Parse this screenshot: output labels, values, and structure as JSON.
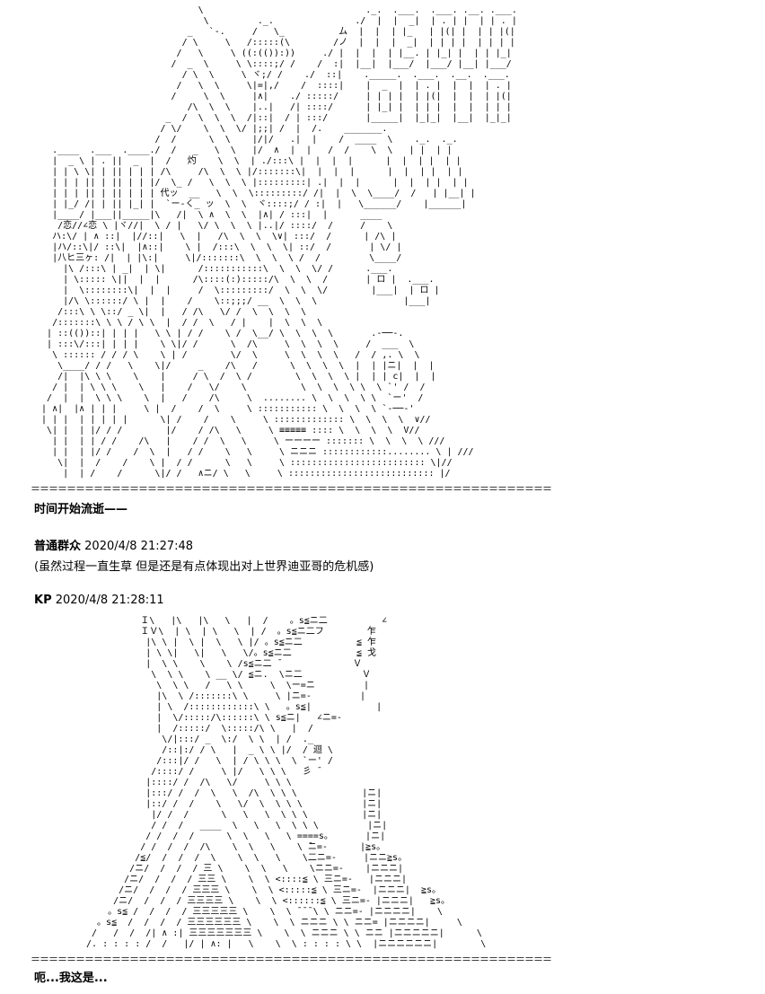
{
  "separator": "＝＝＝＝＝＝＝＝＝＝＝＝＝＝＝＝＝＝＝＝＝＝＝＝＝＝＝＝＝＝＝＝＝＝＝＝＝＝＝＝＝＝＝＝＝＝＝＝＝＝＝＝＝＝＝＝＝＝",
  "narration_1": "时间开始流逝——",
  "narration_2": "呃...我这是...",
  "posts": [
    {
      "author": "普通群众",
      "timestamp": "2020/4/8 21:27:48",
      "content": "(虽然过程一直生草 但是还是有点体现出对上世界迪亚哥的危机感)"
    },
    {
      "author": "KP",
      "timestamp": "2020/4/8 21:28:11",
      "content": ""
    }
  ],
  "aa_top": {
    "lines": [
      "                               \\                              ._.  .___.  .___. .__. .___.",
      "                                \\         ._.               ./  |  |  _|  | . | |  | | . |",
      "                             _   `-.     /   \\_          ム  |  |  | |_   | |(| |  | | |(|",
      "                            / \\     \\   /:::::(\\        /ノ  |  |  |  _|  | | | |  | | | |",
      "                           /   \\     \\ ((:(()):))     ./ |  |  |  | |__. | |_| |  | | |_|",
      "                          /  _  \\     \\ \\::::;/ /    /  :|  |__|  |___/  |___/ |__| |___/",
      "                            / \\  \\     \\ ヾ;/ /    ./  ::|    ._____.  .___.  .__.  .___.",
      "                           /   \\  \\     \\|=|,/    /  ::::|    |  _  |  | . |  |  |  | . |",
      "                          /     \\  \\     |∧|    ./ :::::/     | | | |  | |(|  |  |  | |(|",
      "                             /\\  \\  \\    |..|   /| ::::/      | |_| |  | | |  |  |  | | |",
      "                         _  /  \\  \\  \\  /|::|  / | :::/       |_____|  |_|_|  |__|  |_|_|",
      "                        / \\/    \\  \\  \\/ |;;| /  |  /.    _______.",
      "                       /  /      \\  \\    |/|/   .|  |    /  ____  \\    ._.  ._.",
      "    .____  .___  .____./  /   _   \\  \\   |/  ∧  |  |   /  /    \\  \\   | |  | |",
      "    |  _ \\ | . ||  _  |  /   灼    \\  \\  | ./:::\\ |  |  |  |      |  |  | |  | |",
      "    | | \\ \\| | || | | | /\\     /\\  \\  \\ |/:::::::\\|  |  |  |      |  |  | |  | |",
      "    | | | || | || | | |/  \\_ /   \\  \\  \\ |:::::::::| .|  |  |      |  |  | |  | |",
      "    | | | || | || | | | 代ッ  __   \\  \\  \\:::::::::/ /|  |  \\  \\____/  /   | |__| |",
      "    | |_/ /| | || |_| |  `ー-く_ ッ  \\  \\  ヾ::::;/ / :|  |   \\______/    |______|",
      "    |____/ |___||_____|\\   /|  \\ ∧  \\  \\  |∧| / :::|  |      ____",
      "     /恋//∠恋 \\ |ヾ//|  \\ / |   \\/ \\  \\  \\ |..|/ ::::/  /     /    \\",
      "    ハ:\\/ | ∧ ::|  |//::|   \\  |   /\\  \\  \\  \\∨| :::/  /      | /\\ |",
      "    |ハ/::\\|/ ::\\|  |∧::|    \\ |  /:::\\  \\  \\  \\| ::/  /       | \\/ |",
      "    |八ヒ三ヶ: /|  | |\\:|     \\|/:::::::\\  \\  \\  \\ /  /         \\____/",
      "      |\\ /:::\\ | _|  | \\|      /:::::::::::\\  \\  \\  \\/ /      .___.",
      "      | \\::::: \\||  |  |      /\\::::(:):::::/\\  \\  \\  /       | ロ |  .___.",
      "      |  \\::::::::\\|  |  |     /  \\:::::::::/  \\  \\  \\/        |___|  | ロ |",
      "      |/\\ \\::::::/ \\ |  |    /    \\::;;;/ __  \\  \\  \\                |___|",
      "     /:::\\ \\ \\::/ _ \\|  |   / /\\   \\/ /  \\  \\  \\  \\",
      "    /:::::::\\ \\ \\ / \\ \\  |  / /  \\   / |    |  \\  \\  \\",
      "   | ::(())::| | | |   \\ \\ | / /    \\ /  \\__/ \\  \\  \\  \\       .-──-.",
      "   | :::\\/:::| | | |    \\ \\|/ /      \\  /\\     \\  \\  \\  \\     /  ___  \\",
      "    \\ :::::: / / / \\    \\ | /        \\/  \\     \\  \\  \\  \\   /  / ,. \\  \\",
      "     \\____/ / /   \\    \\|/     _    /\\   /      \\  \\  \\  \\  |  | |ニ|  |  |",
      "     /|  |\\ \\ \\    \\    |     / \\  /  \\ /        \\  \\  \\  \\ |  | | c|  |  |",
      "    / |  | \\ \\ \\    \\   |    /   \\/    \\          \\  \\  \\  \\ \\  \\ `' /  /",
      "   /  |  |  \\ \\ \\    \\  |   /    /\\     \\  ........ \\  \\  \\  \\ \\  `ー'  /",
      "  | ∧|  |∧ | | |     \\ |  /    /  \\     \\ ::::::::::: \\  \\  \\  \\ `-──-'",
      "  | | |  | | | | |      \\| /    /    \\     \\ ::::::::::::: \\  \\  \\  \\  ∨//",
      "   \\| |  | |/ / /        |/    / /\\   \\     \\ ≡≡≡≡≡ :::: \\  \\  \\  \\  V//",
      "    | |  | | / /    /\\   |    / /  \\   \\     \\ ーーーー ::::::: \\  \\  \\  \\ ///",
      "    | |  | |/ /    /  \\  |   / /    \\   \\     \\ ニニニ ::::::::::::........ \\ | ///",
      "     \\|  |  /    /    \\ |  / /      \\   \\     \\ ::::::::::::::::::::::::: \\|//",
      "      |  | /    /      \\|/ /   ∧ニ/ \\   \\     \\ ::::::::::::::::::::::::::: |/"
    ]
  },
  "aa_bottom": {
    "lines": [
      "           Ｉ\\   |\\   |\\   \\   |  /    。s≦ニ二          ∠",
      "           ＩＶ\\  | \\  | \\   \\  | /  。s≦ニ二フ        乍",
      "            |\\ \\ |  \\ |  \\   \\ |/ 。s≦ニ二          ≦ 乍",
      "            | \\ \\|   \\|   \\   \\/。s≦ニ二            ≦ 戈",
      "            |  \\ \\    \\    \\ /s≦ニ二 ̄              Ｖ",
      "             \\  \\ \\    \\ __ \\/ ≦ニ.  \\ニ二           Ｖ",
      "              \\  \\ \\   /   \\ \\     \\  \\ー=ニ         |",
      "              |\\  \\ /:::::::\\ \\     \\ |ニ=-         |",
      "              | \\  /::::::::::::\\ \\   。s≦|            |",
      "              |  \\/:::::/\\::::::\\ \\ s≦ニ|   ∠ニ=-",
      "              |  /:::::/  \\:::::/\\ \\   |  /",
      "               \\/|:::/ _  \\:/  \\ \\  | /  ._",
      "               /::|:/ / \\   |  _ \\ \\ |/  / 迴 \\",
      "              /:::|/ /   \\  | / \\ \\ \\  \\ `ー' /",
      "             /::::/ /     \\ |/   \\ \\ \\   彡 ̄",
      "            |::::/ /  /\\   \\/     \\ \\ \\",
      "            |:::/ /  /  \\   \\  /\\  \\ \\ \\            |ニ|",
      "            |::/ /  /    \\   \\/  \\  \\ \\ \\           |ニ|",
      "             |/ /  /      \\   \\   \\  \\ \\ \\          |ニ|",
      "             / /  /   ____  \\   \\   \\  \\ \\ \\         |ニ|",
      "            / /  /  /      \\  \\   \\   \\ ====s。      |ニ|",
      "           / /  /  /  /\\    \\  \\   \\    \\ ̄ニ=-      |≧s。",
      "          /≦/  /  /  /  \\    \\  \\   \\    \\二ニ=-     |ニニ≧s。",
      "         /ニ/  /  /  / 三 \\    \\  \\   \\    \\ニニ=-    |ニニニ|",
      "        /ニ/  /  /  / 三三 \\    \\  \\ <::::≦ \\ 三ニ=-   |ニニニ|",
      "       /ニ/  /  /  / 三三三 \\    \\  \\ <:::::≦ \\ 三ニ=-  |ニニニ|  ≧s。",
      "      /ニ/  /  /  / 三三三三 \\    \\  \\ <::::::≦ \\ 三ニ=- |ニニニ|   ≧s。",
      "     。s≦ /  /  /  / 三三三三三 \\    \\  \\ ̄ ̄ ̄ \\ \\ ニニ=- |ニニニニ|    \\",
      "   。s≦  /  /  /  / 三三三三三三 \\    \\  \\ ニニニ \\ \\ ニニ= |ニニニニ|     \\",
      "  /   /  /  /| ∧ :| 三三三三三三三 \\    \\  \\ ニニニ \\ \\ ニニ |ニニニニニ|      \\",
      " /. : : : : /  /   |/ | ∧: |   \\    \\  \\ : : : : \\ \\  |ニニニニニニ|        \\"
    ]
  }
}
